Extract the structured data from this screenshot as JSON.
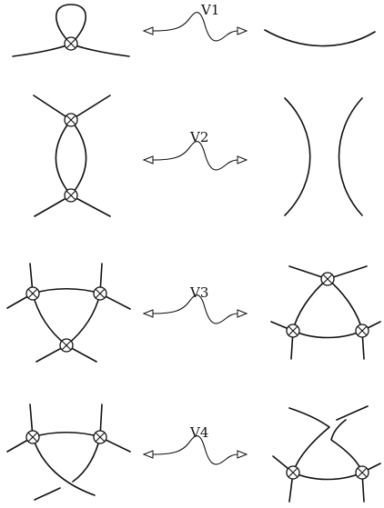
{
  "moves": [
    {
      "id": "v1",
      "label": "V1"
    },
    {
      "id": "v2",
      "label": "V2"
    },
    {
      "id": "v3",
      "label": "V3"
    },
    {
      "id": "v4",
      "label": "V4"
    }
  ]
}
